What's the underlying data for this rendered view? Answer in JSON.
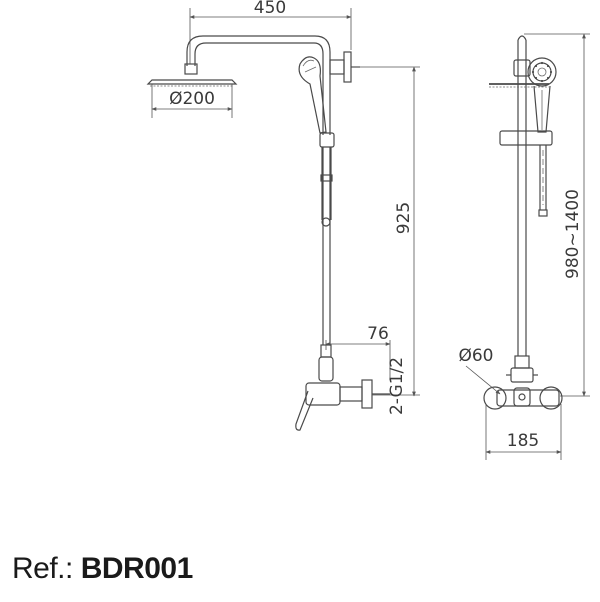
{
  "dimensions": {
    "arm_reach": "450",
    "head_diameter": "Ø200",
    "head_height": "925",
    "offset": "76",
    "connection": "2-G1/2",
    "total_height": "980~1400",
    "flange_diameter": "Ø60",
    "center_distance": "185"
  },
  "reference": {
    "prefix": "Ref.:",
    "code": "BDR001"
  }
}
